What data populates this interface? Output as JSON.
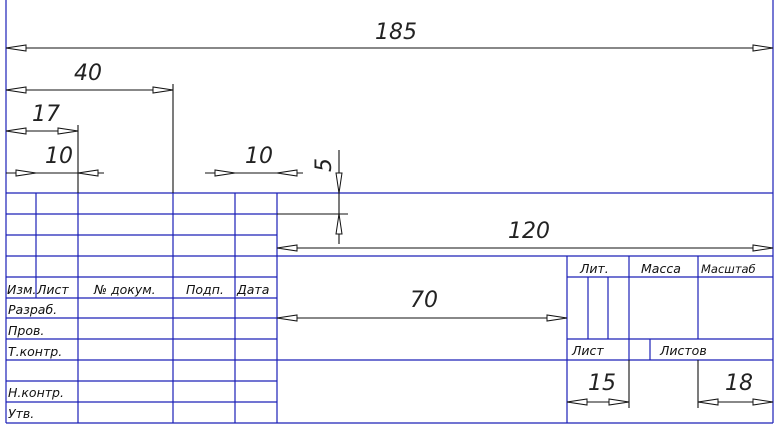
{
  "dimensions": {
    "d185": "185",
    "d40": "40",
    "d17": "17",
    "d10a": "10",
    "d10b": "10",
    "d5": "5",
    "d120": "120",
    "d70": "70",
    "d15": "15",
    "d18": "18"
  },
  "headers": {
    "izm": "Изм.",
    "list": "Лист",
    "doc_no": "№ докум.",
    "podp": "Подп.",
    "data": "Дата"
  },
  "roles": {
    "razrab": "Разраб.",
    "prov": "Пров.",
    "tkontr": "Т.контр.",
    "nkontr": "Н.контр.",
    "utv": "Утв."
  },
  "right_block": {
    "lit": "Лит.",
    "massa": "Масса",
    "masshtab": "Масштаб",
    "list": "Лист",
    "listov": "Листов"
  },
  "colors": {
    "frame": "#1c20b8",
    "dimension": "#111111"
  }
}
